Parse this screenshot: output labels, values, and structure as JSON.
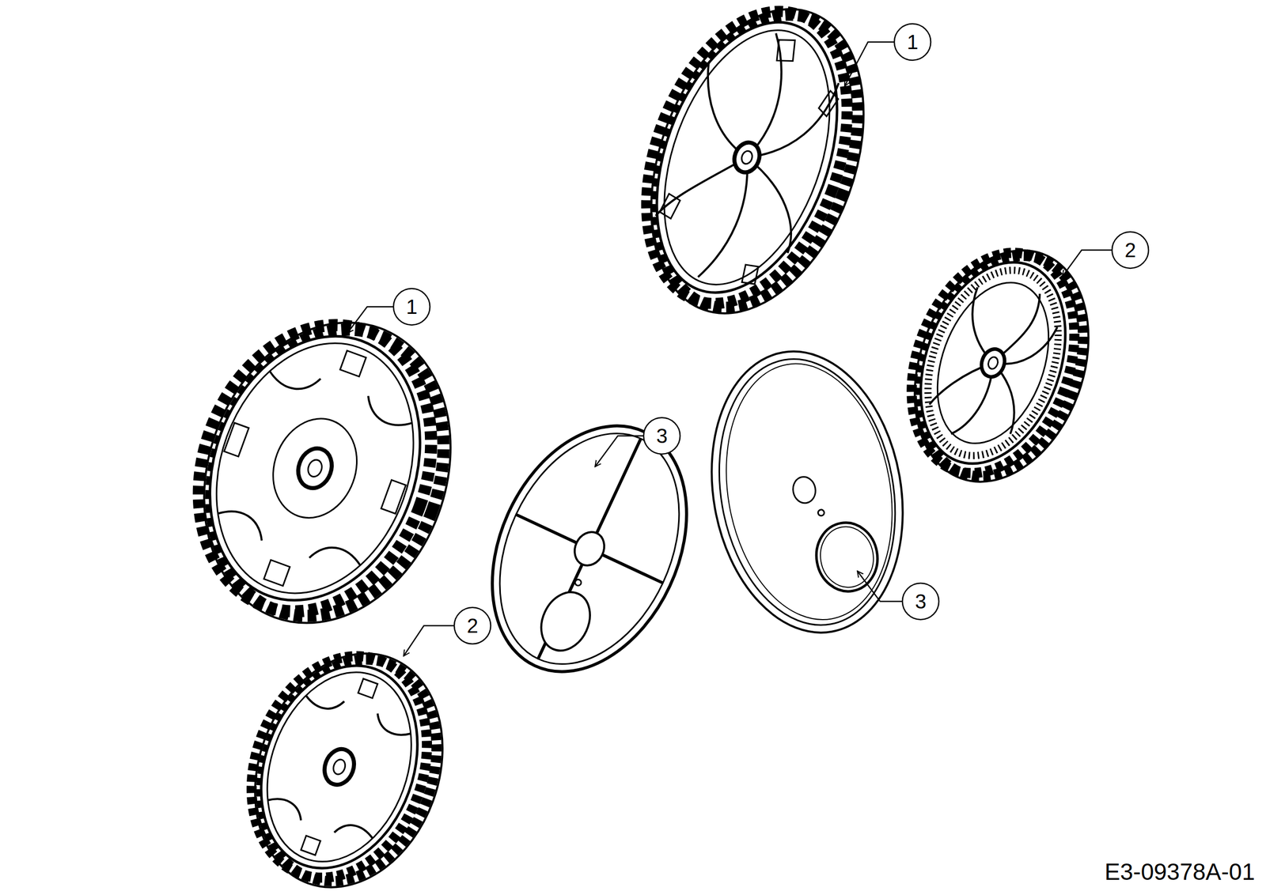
{
  "diagram": {
    "labels": [
      "1",
      "2",
      "1",
      "3",
      "3",
      "2",
      "E3-09378A-01"
    ]
  }
}
